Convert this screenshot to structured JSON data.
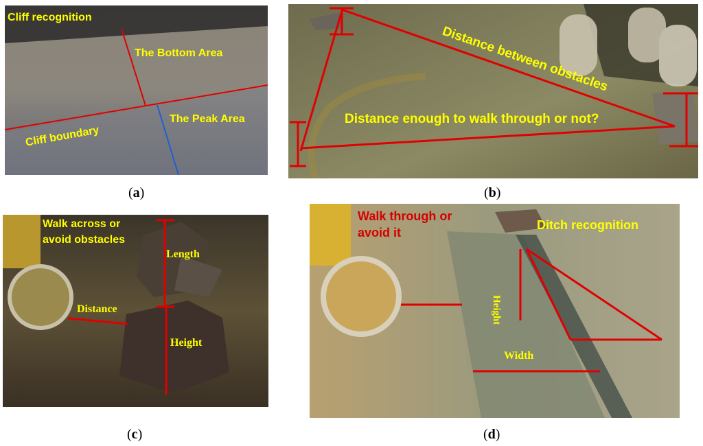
{
  "panels": {
    "a": {
      "caption_letter": "a",
      "labels": {
        "cliff_recognition": "Cliff recognition",
        "bottom_area": "The Bottom Area",
        "cliff_boundary": "Cliff boundary",
        "peak_area": "The Peak Area"
      }
    },
    "b": {
      "caption_letter": "b",
      "labels": {
        "distance_between": "Distance between obstacles",
        "distance_enough": "Distance enough to walk through or not?"
      }
    },
    "c": {
      "caption_letter": "c",
      "labels": {
        "walk_across": "Walk across or",
        "avoid_obstacles": "avoid obstacles",
        "length": "Length",
        "distance": "Distance",
        "height": "Height"
      }
    },
    "d": {
      "caption_letter": "d",
      "labels": {
        "walk_through": "Walk through or",
        "avoid_it": "avoid it",
        "ditch_recognition": "Ditch recognition",
        "height": "Height",
        "width": "Width"
      }
    }
  },
  "colors": {
    "annotation_yellow": "#ffff00",
    "annotation_red": "#e00000",
    "boundary_blue": "#1f5fd0"
  }
}
